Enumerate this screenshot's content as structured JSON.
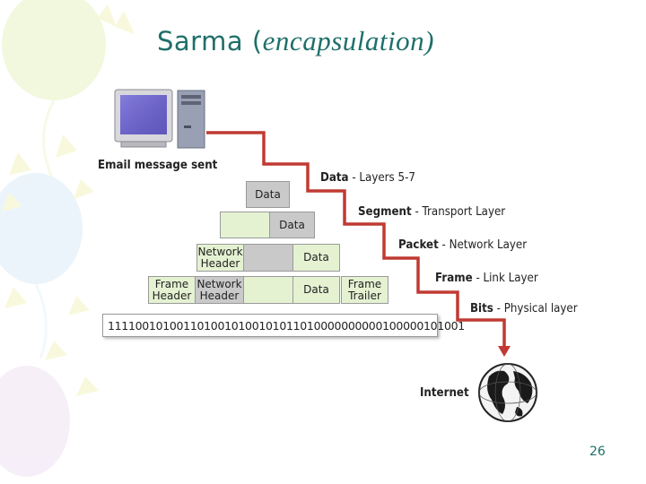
{
  "slide": {
    "title_main": "Sarma",
    "title_open": "(",
    "title_em": "encapsulation",
    "title_close": ")",
    "page_number": "26"
  },
  "diagram": {
    "email_sent": "Email message sent",
    "layers": [
      {
        "term": "Data",
        "rest": " - Layers 5-7"
      },
      {
        "term": "Segment",
        "rest": " - Transport Layer"
      },
      {
        "term": "Packet",
        "rest": " - Network Layer"
      },
      {
        "term": "Frame",
        "rest": " - Link Layer"
      },
      {
        "term": "Bits",
        "rest": " - Physical layer"
      }
    ],
    "row1": {
      "data": "Data"
    },
    "row2": {
      "data": "Data"
    },
    "row3": {
      "network_header": "Network Header",
      "data": "Data"
    },
    "row4": {
      "frame_header": "Frame Header",
      "network_header": "Network Header",
      "data": "Data",
      "frame_trailer": "Frame Trailer"
    },
    "bits": "1111001010011010010100101011010000000000100000101001",
    "internet": "Internet",
    "colors": {
      "line": "#c03a32",
      "title": "#1f6f6a",
      "header_box": "#e4f2d2",
      "data_box": "#c9c9c9"
    }
  }
}
